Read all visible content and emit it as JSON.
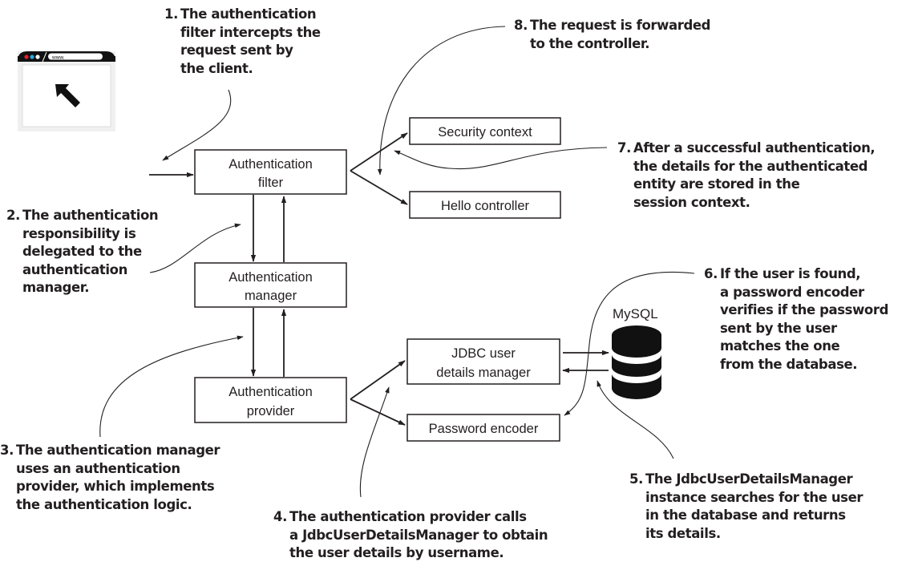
{
  "diagram": {
    "title": "Spring Security authentication flow",
    "components": {
      "auth_filter": [
        "Authentication",
        "filter"
      ],
      "auth_manager": [
        "Authentication",
        "manager"
      ],
      "auth_provider": [
        "Authentication",
        "provider"
      ],
      "security_context": "Security context",
      "hello_controller": "Hello controller",
      "jdbc_manager": [
        "JDBC user",
        "details manager"
      ],
      "password_encoder": "Password encoder",
      "database_label": "MySQL",
      "browser_url": "www."
    },
    "notes": [
      {
        "num": "1.",
        "lines": [
          "The authentication",
          "filter intercepts the",
          "request sent by",
          "the client."
        ]
      },
      {
        "num": "2.",
        "lines": [
          "The authentication",
          "responsibility is",
          "delegated to the",
          "authentication",
          "manager."
        ]
      },
      {
        "num": "3.",
        "lines": [
          "The authentication manager",
          "uses an authentication",
          "provider, which implements",
          "the authentication logic."
        ]
      },
      {
        "num": "4.",
        "lines": [
          "The authentication provider calls",
          "a JdbcUserDetailsManager to obtain",
          "the user details by username."
        ]
      },
      {
        "num": "5.",
        "lines": [
          "The JdbcUserDetailsManager",
          "instance searches for the user",
          "in the database and returns",
          "its details."
        ]
      },
      {
        "num": "6.",
        "lines": [
          "If the user is found,",
          "a password encoder",
          "verifies if the password",
          "sent by the user",
          "matches the one",
          "from the database."
        ]
      },
      {
        "num": "7.",
        "lines": [
          "After a successful authentication,",
          "the details for the authenticated",
          "entity are stored in the",
          "session context."
        ]
      },
      {
        "num": "8.",
        "lines": [
          "The request is forwarded",
          "to the controller."
        ]
      }
    ],
    "colors": {
      "ink": "#231f20",
      "browser_red": "#e5202e",
      "browser_blue": "#2fa8e0",
      "browser_frame": "#f0f0f0"
    }
  }
}
